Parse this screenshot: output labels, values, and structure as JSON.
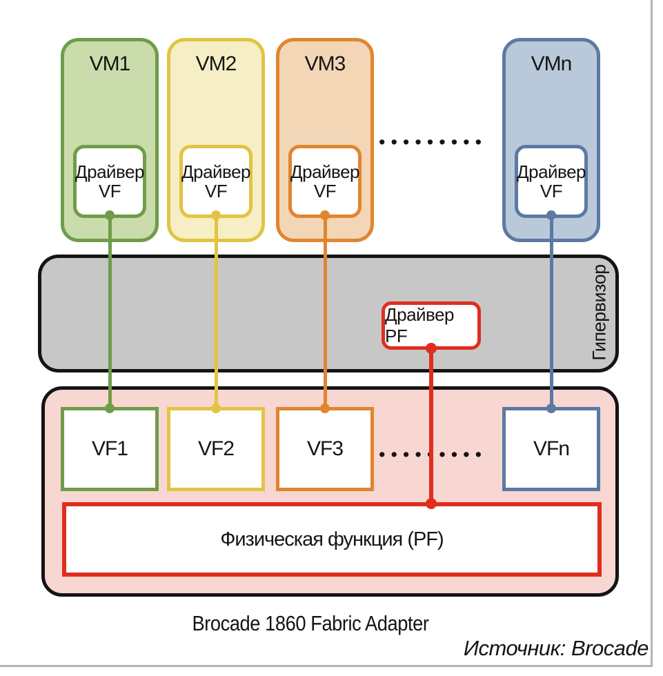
{
  "vms": [
    {
      "label": "VM1",
      "driver": "Драйвер VF",
      "fill": "#cadcab",
      "border": "#6f9c49"
    },
    {
      "label": "VM2",
      "driver": "Драйвер VF",
      "fill": "#f6eec5",
      "border": "#e2c443"
    },
    {
      "label": "VM3",
      "driver": "Драйвер VF",
      "fill": "#f3d6b6",
      "border": "#e0852f"
    },
    {
      "label": "VMn",
      "driver": "Драйвер VF",
      "fill": "#bac9da",
      "border": "#5b79a3"
    }
  ],
  "vm_ellipsis": "•••••••••",
  "hypervisor": {
    "label": "Гипервизор",
    "fill": "#c7c7c7"
  },
  "pf_driver": {
    "label": "Драйвер PF",
    "accent": "#e02d1e"
  },
  "adapter": {
    "caption": "Brocade 1860 Fabric Adapter",
    "fill": "#f8d6d2",
    "vfs": [
      {
        "label": "VF1",
        "border": "#6f9c49"
      },
      {
        "label": "VF2",
        "border": "#e2c443"
      },
      {
        "label": "VF3",
        "border": "#e0852f"
      },
      {
        "label": "VFn",
        "border": "#5b79a3"
      }
    ],
    "vf_ellipsis": "•••••••••",
    "pf": {
      "label": "Физическая функция (PF)",
      "accent": "#e02d1e"
    }
  },
  "source": "Источник: Brocade"
}
